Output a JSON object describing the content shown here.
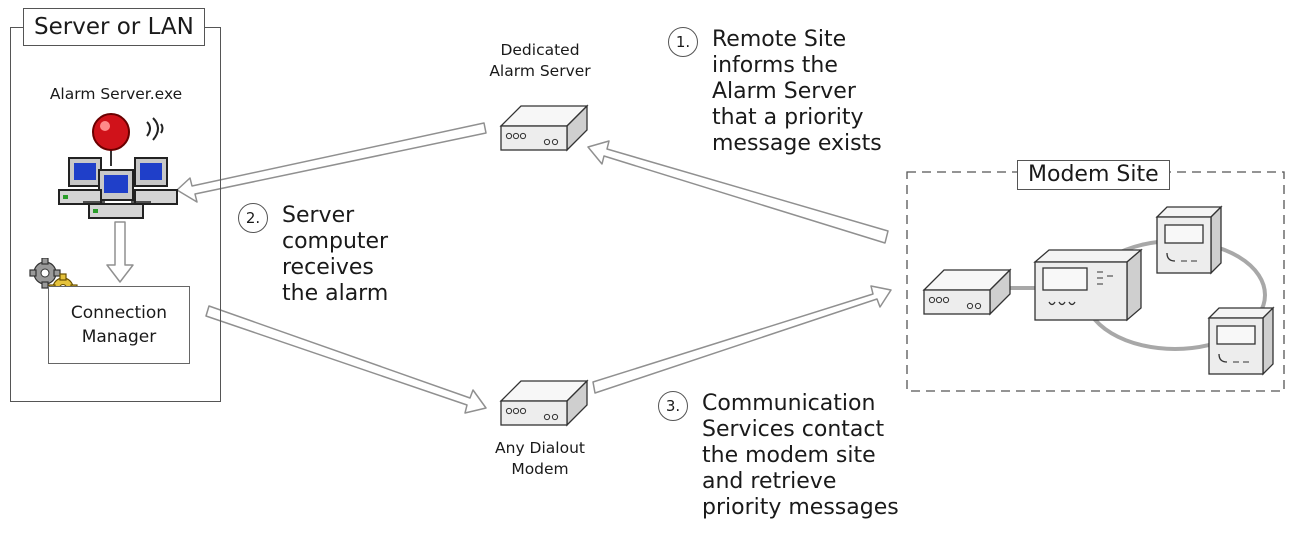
{
  "server_box": {
    "title": "Server or LAN",
    "alarm_server_exe_label": "Alarm Server.exe",
    "connection_manager_label": "Connection\nManager"
  },
  "dedicated_alarm_server": {
    "label_line1": "Dedicated",
    "label_line2": "Alarm Server"
  },
  "dialout_modem": {
    "label_line1": "Any Dialout",
    "label_line2": "Modem"
  },
  "modem_site": {
    "title": "Modem Site"
  },
  "steps": [
    {
      "number": "1.",
      "lines": [
        "Remote Site",
        "informs the",
        "Alarm Server",
        "that a priority",
        "message exists"
      ]
    },
    {
      "number": "2.",
      "lines": [
        "Server",
        "computer",
        "receives",
        "the alarm"
      ]
    },
    {
      "number": "3.",
      "lines": [
        "Communication",
        "Services contact",
        "the modem site",
        "and retrieve",
        "priority messages"
      ]
    }
  ],
  "colors": {
    "arrow_stroke": "#909090",
    "device_fill": "#ededed",
    "ring": "#a8a8a8",
    "alarm_light": "#d0121a",
    "screen": "#1f3fc9"
  },
  "icons": [
    "alarm-light-icon",
    "network-computers-icon",
    "gears-icon"
  ]
}
